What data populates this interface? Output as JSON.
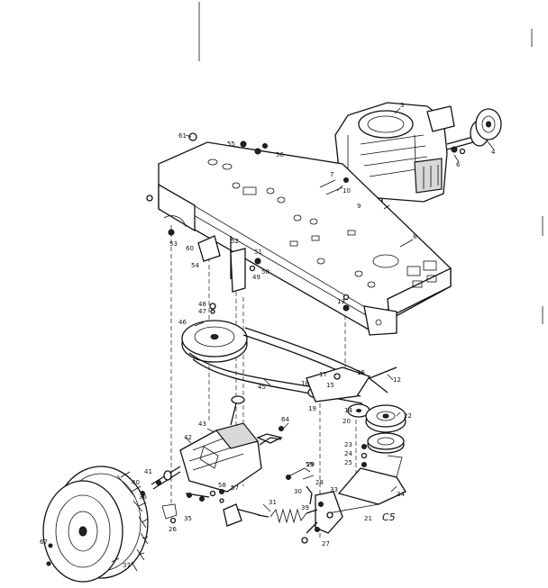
{
  "diagram": {
    "section_code": "C5",
    "callouts": {
      "c1": "3",
      "c2": "4",
      "c3": "6",
      "c4": "7",
      "c5": "8",
      "c6": "9",
      "c7": "10",
      "c8": "12",
      "c9": "13",
      "c10": "14",
      "c11": "15",
      "c12": "16",
      "c13": "17",
      "c14": "18",
      "c15": "19",
      "c16": "20",
      "c17": "21",
      "c18": "22",
      "c19": "23",
      "c20": "24",
      "c21": "25",
      "c22": "26",
      "c23": "27",
      "c24": "28",
      "c25": "29",
      "c26": "30",
      "c27": "31",
      "c28": "33",
      "c29": "34",
      "c30": "35",
      "c31": "36",
      "c32": "37",
      "c33": "39",
      "c34": "40",
      "c35": "41",
      "c36": "42",
      "c37": "43",
      "c38": "45",
      "c39": "46",
      "c40": "47",
      "c41": "48",
      "c42": "49",
      "c43": "50",
      "c44": "51",
      "c45": "52",
      "c46": "53",
      "c47": "54",
      "c48": "55",
      "c49": "56",
      "c50": "57",
      "c51": "58",
      "c52": "59",
      "c53": "60",
      "c54": "61",
      "c55": "64",
      "c56": "67"
    }
  }
}
